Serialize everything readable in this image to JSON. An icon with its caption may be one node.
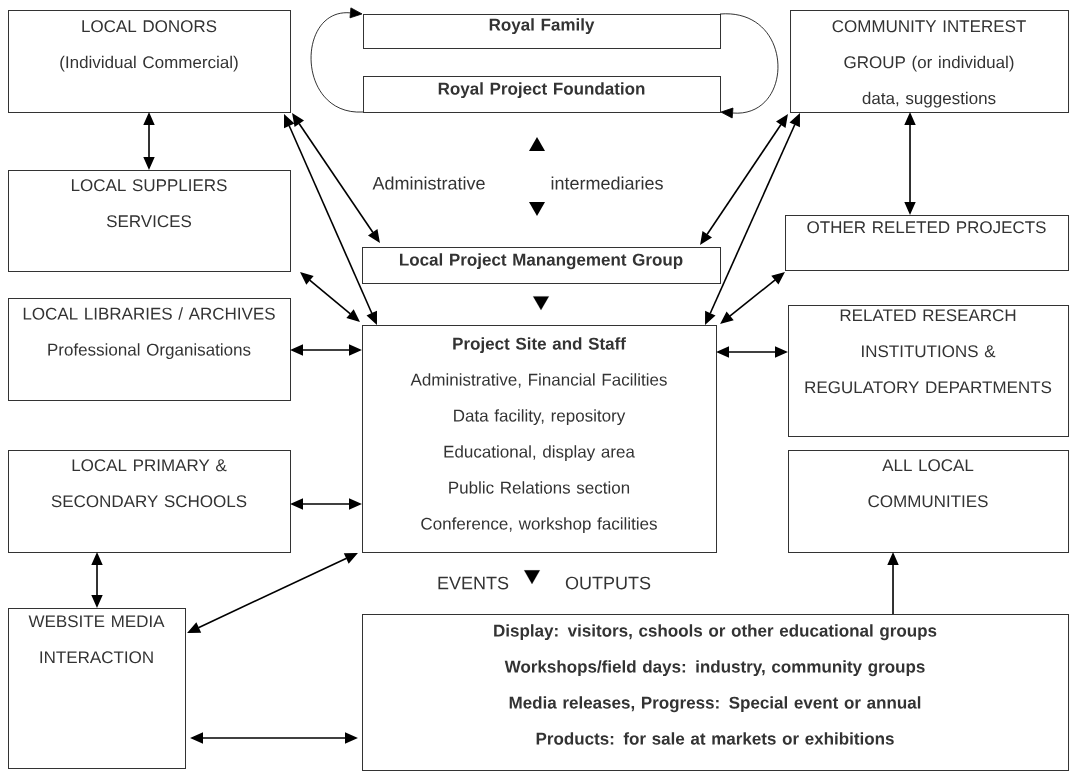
{
  "diagram": {
    "nodes": [
      {
        "text": [
          "LOCAL DONORS",
          "(Individual Commercial)"
        ]
      },
      {
        "text": [
          "Royal Family"
        ]
      },
      {
        "text": [
          "Royal Project Foundation"
        ]
      },
      {
        "text": [
          "COMMUNITY INTEREST GROUP (or individual)",
          "data, suggestions"
        ]
      },
      {
        "text": [
          "LOCAL SUPPLIERS",
          "SERVICES"
        ]
      },
      {
        "text": [
          "OTHER RELETED PROJECTS"
        ]
      },
      {
        "text": [
          "Local Project Manangement Group"
        ]
      },
      {
        "text": [
          "LOCAL LIBRARIES / ARCHIVES",
          "Professional Organisations"
        ]
      },
      {
        "text": [
          "Project Site and Staff",
          "Administrative, Financial Facilities",
          "Data facility, repository",
          "Educational, display area",
          "Public Relations section",
          "Conference, workshop facilities"
        ]
      },
      {
        "text": [
          "RELATED RESEARCH INSTITUTIONS & REGULATORY DEPARTMENTS"
        ]
      },
      {
        "text": [
          "LOCAL PRIMARY & SECONDARY SCHOOLS"
        ]
      },
      {
        "text": [
          "ALL LOCAL COMMUNITIES"
        ]
      },
      {
        "text": [
          "WEBSITE MEDIA INTERACTION"
        ]
      },
      {
        "text": [
          "Display: visitors, cshools or other educational groups",
          "Workshops/field days: industry, community groups",
          "Media releases, Progress: Special event or annual",
          "Products: for sale at markets or exhibitions"
        ]
      }
    ],
    "edges": [
      {
        "from": 2,
        "to": 1,
        "arrow": "to"
      },
      {
        "from": 1,
        "to": 2,
        "arrow": "to"
      },
      {
        "from": 0,
        "to": 4,
        "arrow": "both"
      },
      {
        "from": 0,
        "to": 6,
        "arrow": "both"
      },
      {
        "from": 0,
        "to": 8,
        "arrow": "both"
      },
      {
        "from": 4,
        "to": 8,
        "arrow": "both"
      },
      {
        "from": 6,
        "to": 3,
        "arrow": "both"
      },
      {
        "from": 8,
        "to": 3,
        "arrow": "both"
      },
      {
        "from": 8,
        "to": 5,
        "arrow": "both"
      },
      {
        "from": 3,
        "to": 5,
        "arrow": "both"
      },
      {
        "from": 7,
        "to": 8,
        "arrow": "both"
      },
      {
        "from": 8,
        "to": 9,
        "arrow": "both"
      },
      {
        "from": 10,
        "to": 8,
        "arrow": "both"
      },
      {
        "from": 10,
        "to": 12,
        "arrow": "both"
      },
      {
        "from": 12,
        "to": 8,
        "arrow": "both"
      },
      {
        "from": 12,
        "to": 13,
        "arrow": "both"
      },
      {
        "from": 13,
        "to": 11,
        "arrow": "to"
      },
      {
        "from": 6,
        "to": 8,
        "arrow": "to"
      },
      {
        "from": 8,
        "to": 13,
        "arrow": "to"
      }
    ],
    "labels": [
      "Administrative",
      "intermediaries",
      "EVENTS",
      "OUTPUTS"
    ]
  }
}
